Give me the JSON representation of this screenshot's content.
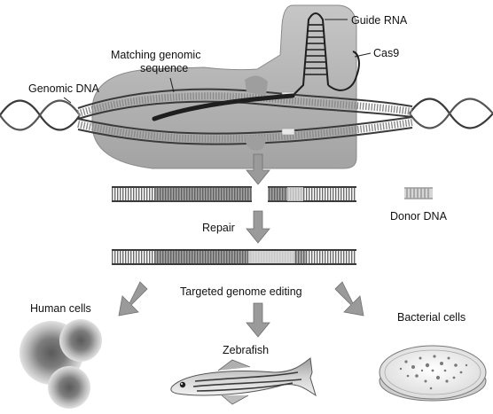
{
  "labels": {
    "guide_rna": "Guide RNA",
    "cas9": "Cas9",
    "matching_line1": "Matching genomic",
    "matching_line2": "sequence",
    "genomic_dna": "Genomic DNA",
    "donor_dna": "Donor DNA",
    "repair": "Repair",
    "targeted": "Targeted genome editing",
    "human_cells": "Human cells",
    "bacterial_cells": "Bacterial cells",
    "zebrafish": "Zebrafish"
  },
  "colors": {
    "protein_gray": "#b4b4b4",
    "dna_dark": "#3a3a3a",
    "dna_light": "#e6e6e6",
    "arrow_gray": "#9a9a9a",
    "donor_segment": "#c8c8c8",
    "cell_inner": "#6e6e6e"
  }
}
